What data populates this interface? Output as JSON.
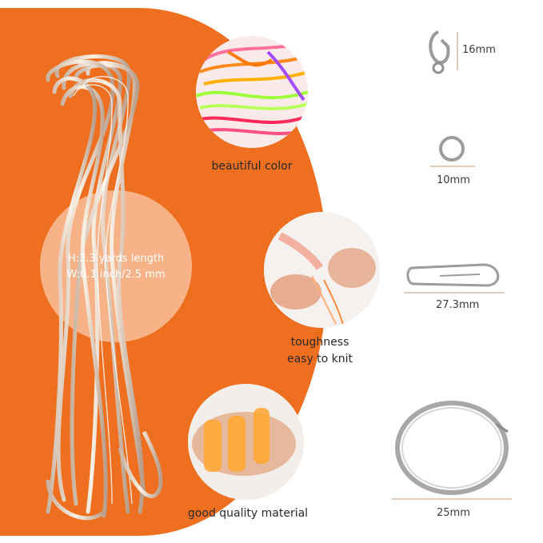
{
  "specs": {
    "height": "H:3.3 yards length",
    "width": "W:0.1 inch/2.5 mm"
  },
  "features": [
    {
      "caption": "beautiful color"
    },
    {
      "caption_line1": "toughness",
      "caption_line2": "easy to knit"
    },
    {
      "caption": "good quality material"
    }
  ],
  "hardware": [
    {
      "size": "16mm"
    },
    {
      "size": "10mm"
    },
    {
      "size": "27.3mm"
    },
    {
      "size": "25mm"
    }
  ],
  "colors": {
    "accent": "#ee6f1f",
    "cord": "#e9d7c6"
  }
}
